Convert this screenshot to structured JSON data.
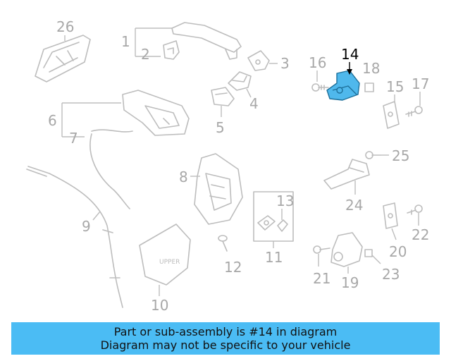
{
  "diagram": {
    "highlight_color": "#4bbcf4",
    "highlighted_callout": "14",
    "callouts": {
      "c1": "1",
      "c2": "2",
      "c3": "3",
      "c4": "4",
      "c5": "5",
      "c6": "6",
      "c7": "7",
      "c8": "8",
      "c9": "9",
      "c10": "10",
      "c11": "11",
      "c12": "12",
      "c13": "13",
      "c14": "14",
      "c15": "15",
      "c16": "16",
      "c17": "17",
      "c18": "18",
      "c19": "19",
      "c20": "20",
      "c21": "21",
      "c22": "22",
      "c23": "23",
      "c24": "24",
      "c25": "25",
      "c26": "26"
    },
    "labels": {
      "upper_mark": "UPPER"
    }
  },
  "banner": {
    "line1": "Part or sub-assembly is #14 in diagram",
    "line2": "Diagram may not be specific to your vehicle"
  }
}
